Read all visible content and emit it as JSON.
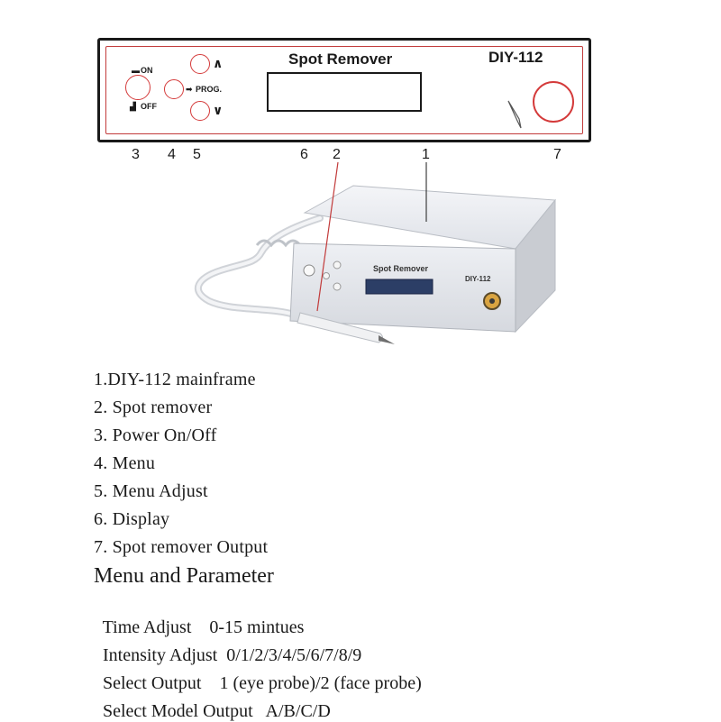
{
  "panel": {
    "title": "Spot Remover",
    "model": "DIY-112",
    "on_label": "ON",
    "off_label": "OFF",
    "prog_label": "PROG.",
    "up_glyph": "∧",
    "down_glyph": "∨"
  },
  "callouts": [
    "3",
    "4",
    "5",
    "6",
    "2",
    "1",
    "7"
  ],
  "device": {
    "title": "Spot Remover",
    "model": "DIY-112"
  },
  "legend": [
    "1.DIY-112 mainframe",
    "2. Spot remover",
    "3. Power On/Off",
    "4. Menu",
    "5. Menu Adjust",
    "6. Display",
    "7. Spot remover Output"
  ],
  "menu_heading": "Menu and Parameter",
  "parameters": [
    {
      "name": "Time Adjust",
      "value": "0-15 mintues"
    },
    {
      "name": "Intensity Adjust",
      "value": "0/1/2/3/4/5/6/7/8/9"
    },
    {
      "name": "Select Output",
      "value": "1 (eye probe)/2 (face probe)"
    },
    {
      "name": "Select Model Output",
      "value": "A/B/C/D"
    }
  ],
  "colors": {
    "accent_red": "#d43a3a",
    "ink": "#1a1a1a",
    "device_body": "#e8eaee"
  }
}
